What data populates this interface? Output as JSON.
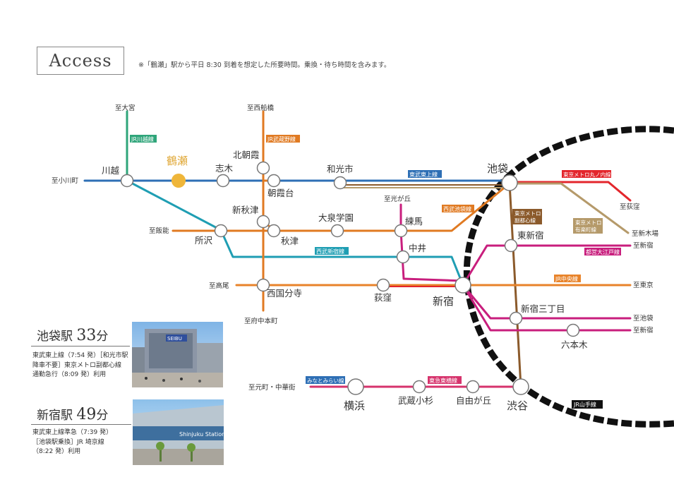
{
  "header": {
    "title": "Access",
    "note": "※「鶴瀬」駅から平日 8:30 到着を想定した所要時間。乗換・待ち時間を含みます。"
  },
  "stations": {
    "kawagoe": "川越",
    "tsuruse": "鶴瀬",
    "shiki": "志木",
    "kitaasaka": "北朝霞",
    "asakadai": "朝霞台",
    "wakoshi": "和光市",
    "ikebukuro": "池袋",
    "shinakitsu": "新秋津",
    "akitsu": "秋津",
    "tokorozawa": "所沢",
    "oizumi": "大泉学園",
    "nerima": "練馬",
    "nakai": "中井",
    "higashishinjuku": "東新宿",
    "nishikokubunji": "西国分寺",
    "ogikubo": "荻窪",
    "shinjuku": "新宿",
    "sanchome": "新宿三丁目",
    "roppongi": "六本木",
    "yokohama": "横浜",
    "musashikosugi": "武蔵小杉",
    "jiyugaoka": "自由が丘",
    "shibuya": "渋谷"
  },
  "directions": {
    "omiya": "至大宮",
    "nishifunabashi": "至西船橋",
    "ogawamachi": "至小川町",
    "hanno": "至飯能",
    "takao": "至高尾",
    "fuchuhonmachi": "至府中本町",
    "hikarigaoka": "至光が丘",
    "ogikubo": "至荻窪",
    "shinkiba": "至新木場",
    "shinjuku1": "至新宿",
    "tokyo": "至東京",
    "ikebukuro": "至池袋",
    "shinjuku2": "至新宿",
    "motomachi": "至元町・中華街"
  },
  "lines": {
    "kawagoe": "JR川越線",
    "musashino": "JR武蔵野線",
    "tojo": "東武東上線",
    "marunouchi": "東京メトロ丸ノ内線",
    "seibu_ikebukuro": "西武池袋線",
    "fukutoshin": "東京メトロ\n副都心線",
    "yurakucho": "東京メトロ\n有楽町線",
    "seibu_shinjuku": "西武新宿線",
    "oedo": "都営大江戸線",
    "chuo": "JR中央線",
    "minatomirai": "みなとみらい線",
    "toyoko": "東急東横線",
    "yamanote": "JR山手線"
  },
  "colors": {
    "tojo": "#2e6fb5",
    "kawagoe_line": "#2fa57a",
    "musashino": "#e07a22",
    "seibu_shinjuku": "#1f9eb3",
    "marunouchi": "#e3262c",
    "fukutoshin": "#8b5a2b",
    "yurakucho": "#b59a6a",
    "oedo": "#c81e7d",
    "chuo": "#e8832a",
    "toyoko": "#d6336c",
    "tsuruse_dot": "#efb63a",
    "tsuruse_label": "#e0a838"
  },
  "cards": [
    {
      "station": "池袋駅",
      "minutes": "33",
      "unit": "分",
      "description": "東武東上線（7:54 発）［和光市駅\n降車不要］東京メトロ副都心線\n通勤急行（8:09 発）利用"
    },
    {
      "station": "新宿駅",
      "minutes": "49",
      "unit": "分",
      "description": "東武東上線準急（7:39 発）\n［池袋駅乗換］JR 埼京線\n（8:22 発）利用"
    }
  ],
  "photos": {
    "ikebukuro_sign": "SEIBU",
    "shinjuku_sign": "Shinjuku Station"
  }
}
